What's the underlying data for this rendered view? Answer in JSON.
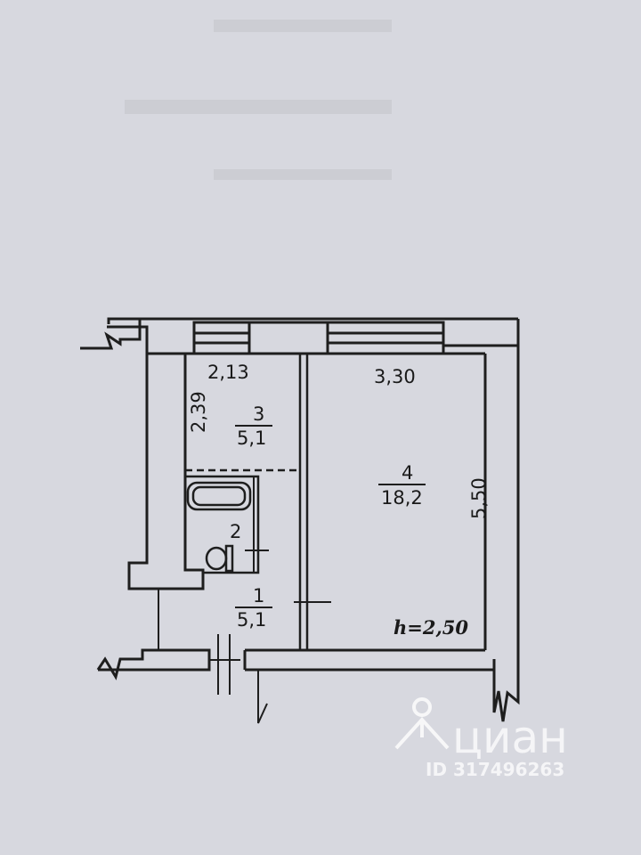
{
  "plan": {
    "dimensions": {
      "room3_width": "2,13",
      "room3_depth": "2,39",
      "room4_width": "3,30",
      "room4_depth": "5,50"
    },
    "rooms": [
      {
        "number": "3",
        "area": "5,1"
      },
      {
        "number": "4",
        "area": "18,2"
      },
      {
        "number": "2"
      },
      {
        "number": "1",
        "area": "5,1"
      }
    ],
    "ceiling_height": "h=2,50"
  },
  "watermark": {
    "brand": "циан",
    "id": "ID 317496263"
  }
}
